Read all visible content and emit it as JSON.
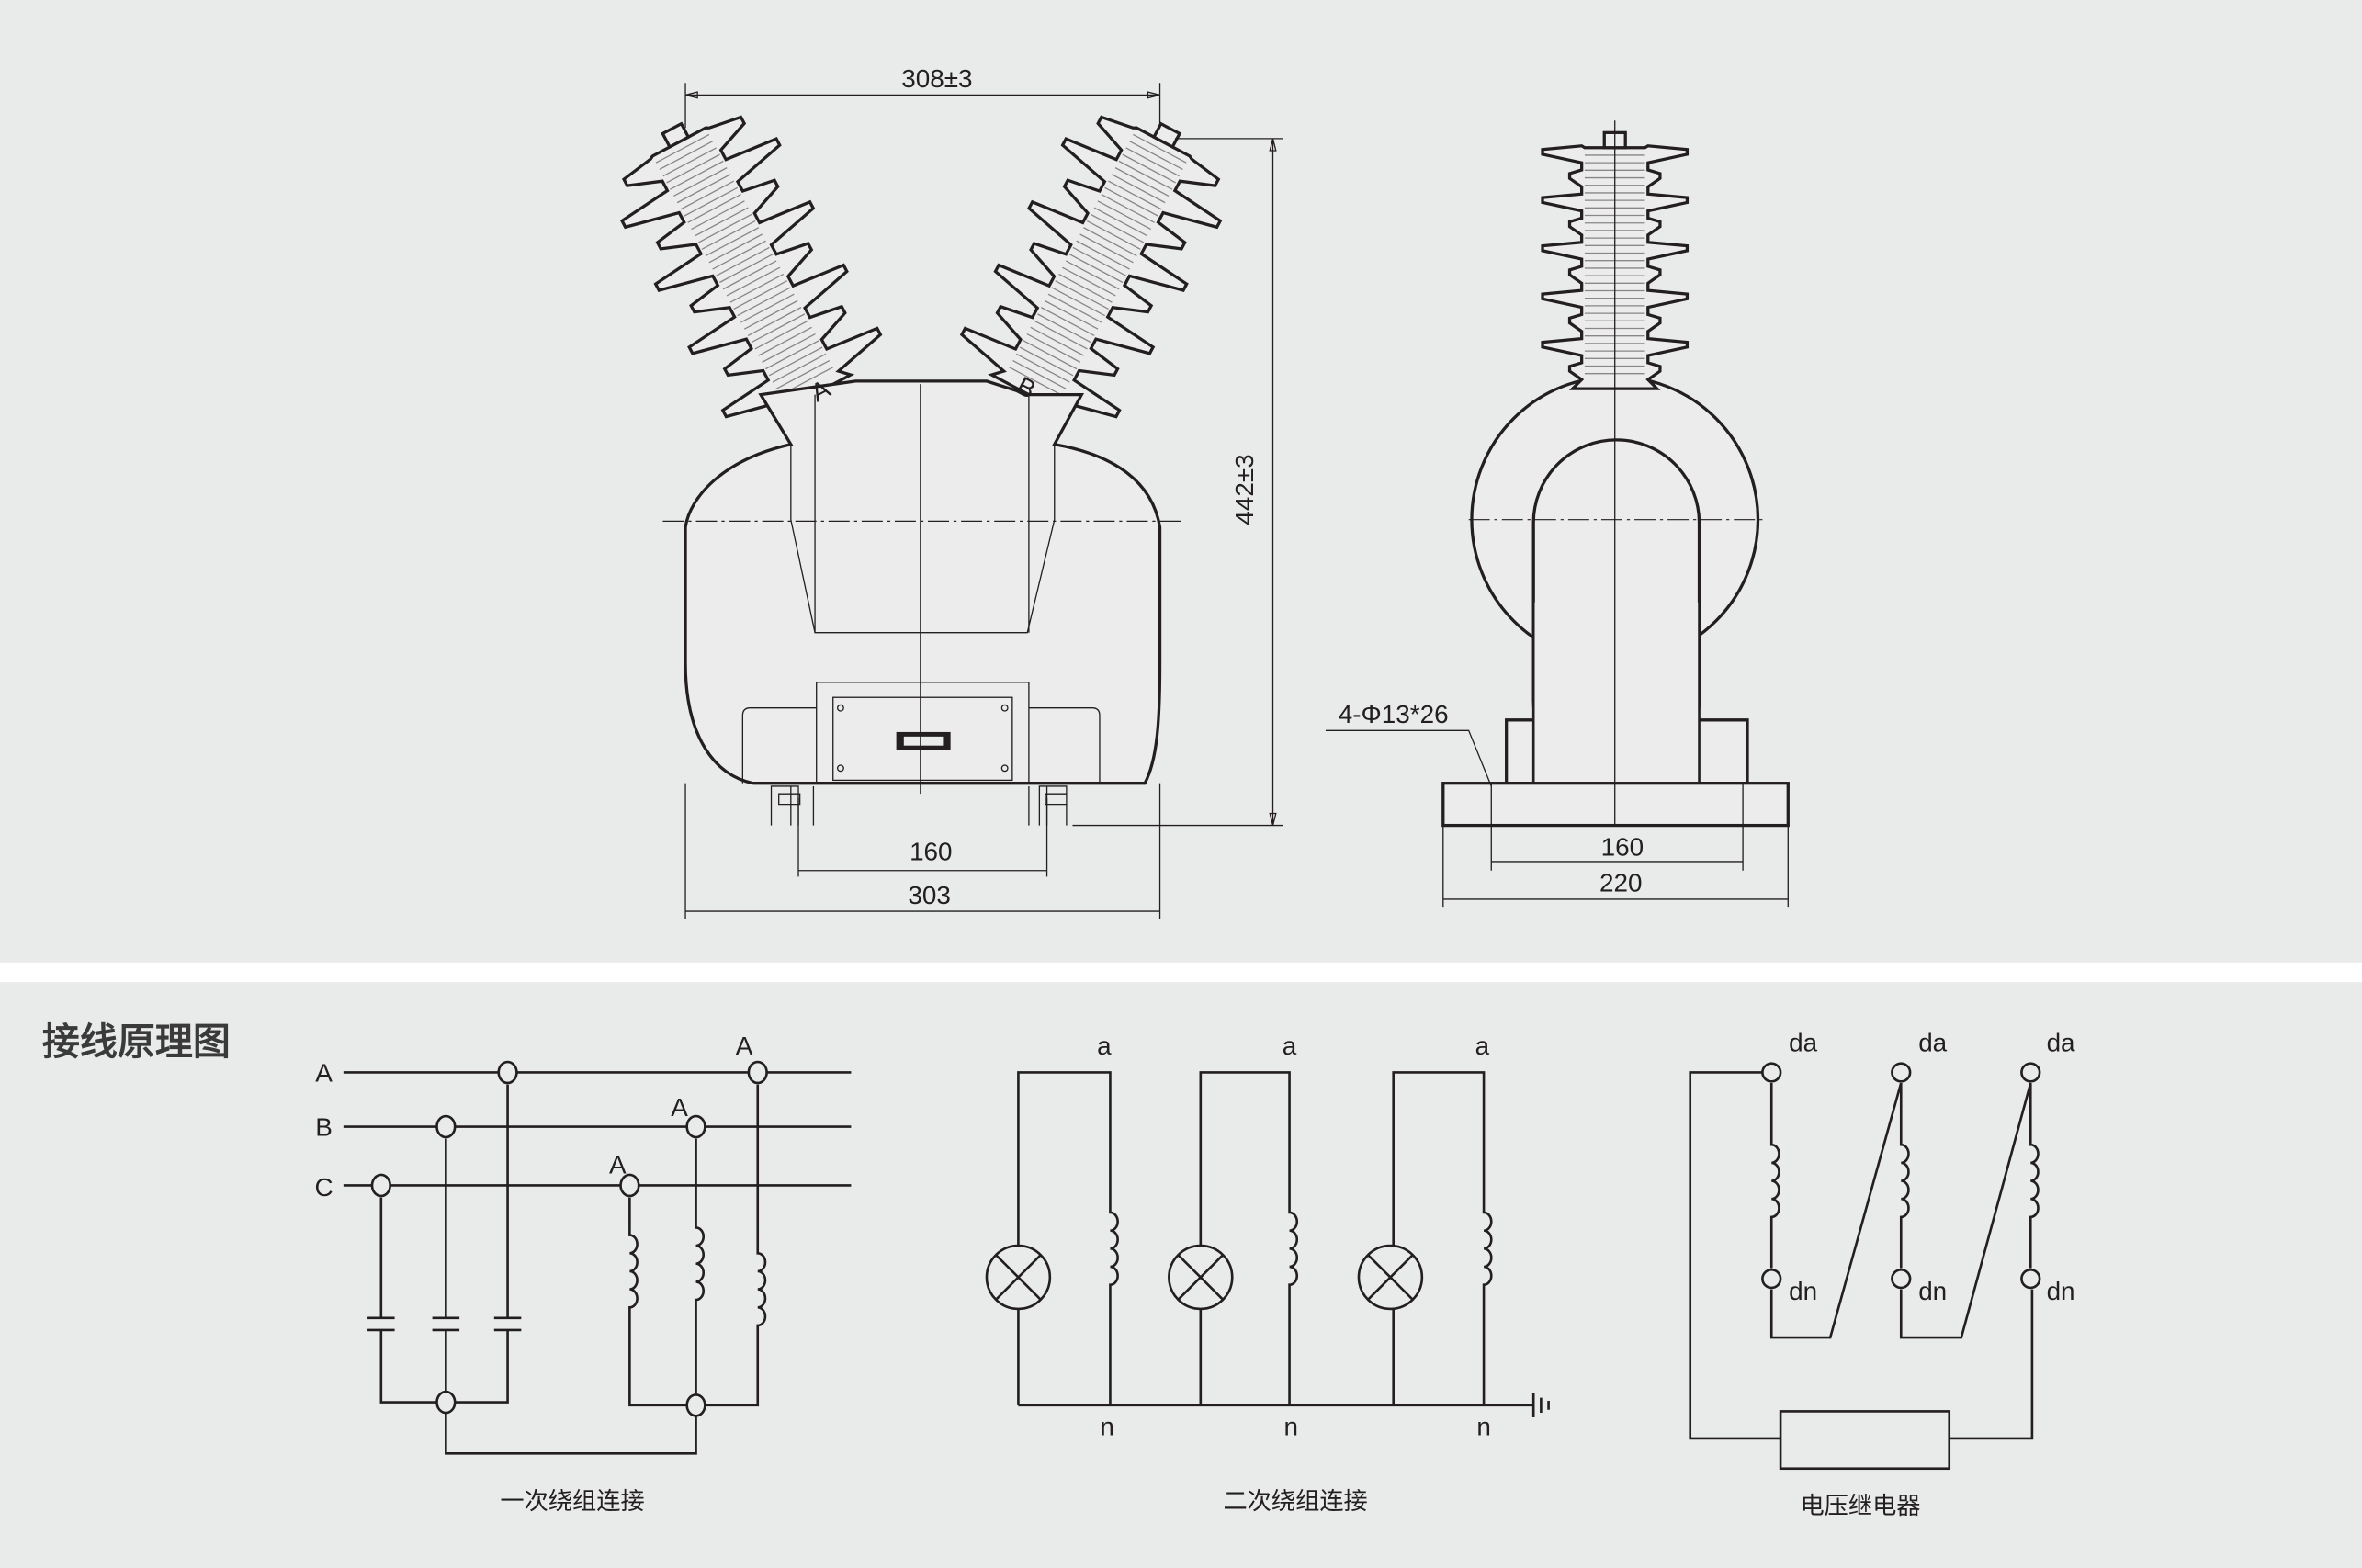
{
  "front_view": {
    "dim_top": "308±3",
    "dim_height": "442±3",
    "dim_mount": "160",
    "dim_width": "303",
    "terminal_a": "A",
    "terminal_b": "B"
  },
  "side_view": {
    "hole_spec": "4-Φ13*26",
    "dim_mount": "160",
    "dim_width": "220"
  },
  "section_title": "接线原理图",
  "primary": {
    "bus_labels": [
      "A",
      "B",
      "C"
    ],
    "terminal_labels": [
      "A",
      "A",
      "A"
    ],
    "caption": "一次绕组连接"
  },
  "secondary": {
    "top_labels": [
      "a",
      "a",
      "a"
    ],
    "bottom_labels": [
      "n",
      "n",
      "n"
    ],
    "caption": "二次绕组连接"
  },
  "relay": {
    "top_labels": [
      "da",
      "da",
      "da"
    ],
    "bottom_labels": [
      "dn",
      "dn",
      "dn"
    ],
    "caption": "电压继电器"
  }
}
